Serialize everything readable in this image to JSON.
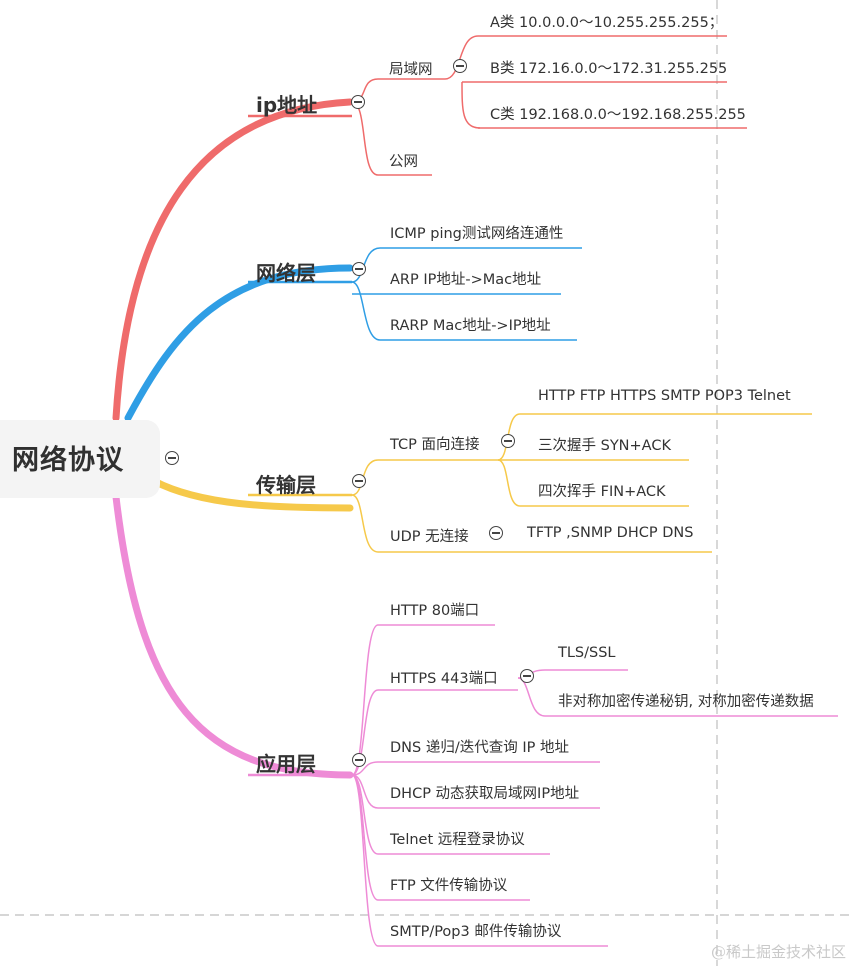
{
  "root": {
    "label": "网络协议"
  },
  "branches": {
    "ip": {
      "label": "ip地址",
      "color": "#ef6b6b",
      "lan": {
        "label": "局域网",
        "items": [
          "A类 10.0.0.0～10.255.255.255；",
          "B类 172.16.0.0～172.31.255.255",
          "C类 192.168.0.0～192.168.255.255"
        ]
      },
      "public": "公网"
    },
    "network": {
      "label": "网络层",
      "color": "#2f9ee5",
      "items": [
        "ICMP ping测试网络连通性",
        "ARP IP地址->Mac地址",
        "RARP Mac地址->IP地址"
      ]
    },
    "transport": {
      "label": "传输层",
      "color": "#f6c94a",
      "tcp": {
        "label": "TCP 面向连接",
        "items": [
          "HTTP FTP HTTPS SMTP POP3 Telnet",
          "三次握手 SYN+ACK",
          "四次挥手 FIN+ACK"
        ]
      },
      "udp": {
        "label": "UDP 无连接",
        "items": [
          "TFTP ,SNMP DHCP DNS"
        ]
      }
    },
    "application": {
      "label": "应用层",
      "color": "#ee8bd6",
      "http": "HTTP 80端口",
      "https": {
        "label": "HTTPS  443端口",
        "items": [
          "TLS/SSL",
          "非对称加密传递秘钥, 对称加密传递数据"
        ]
      },
      "items": [
        "DNS  递归/迭代查询 IP 地址",
        "DHCP 动态获取局域网IP地址",
        "Telnet  远程登录协议",
        "FTP 文件传输协议",
        "SMTP/Pop3 邮件传输协议"
      ]
    }
  },
  "watermark": "@稀土掘金技术社区"
}
